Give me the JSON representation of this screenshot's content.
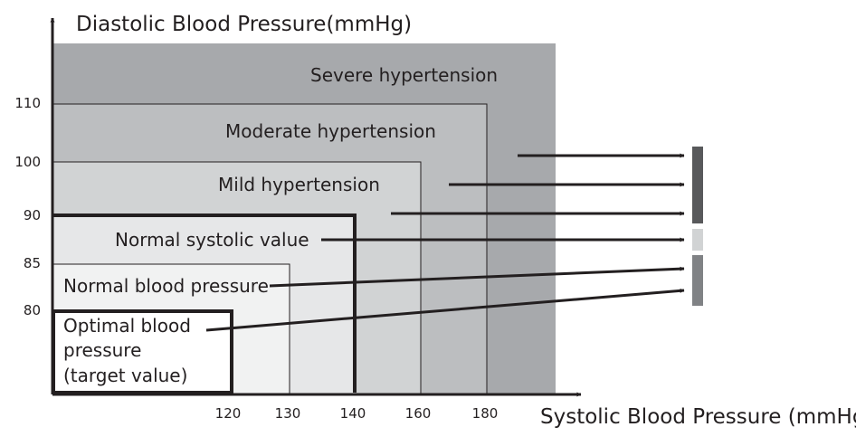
{
  "axes": {
    "y_title": "Diastolic Blood Pressure(mmHg)",
    "x_title": "Systolic Blood Pressure (mmHg)",
    "y_ticks": [
      "110",
      "100",
      "90",
      "85",
      "80"
    ],
    "x_ticks": [
      "120",
      "130",
      "140",
      "160",
      "180"
    ]
  },
  "zones": {
    "severe": "Severe hypertension",
    "moderate": "Moderate hypertension",
    "mild": "Mild hypertension",
    "normal_systolic": "Normal systolic value",
    "normal": "Normal blood pressure",
    "optimal_line1": "Optimal blood",
    "optimal_line2": "pressure",
    "optimal_line3": "(target value)"
  },
  "colors": {
    "severe": "#a7a9ac",
    "moderate": "#bcbec0",
    "mild": "#d1d3d4",
    "normal_systolic": "#e6e7e8",
    "normal": "#f1f2f2",
    "optimal": "#ffffff",
    "axis": "#231f20",
    "indicator_dark": "#58595b",
    "indicator_light": "#d1d3d4",
    "indicator_mid": "#808285"
  }
}
